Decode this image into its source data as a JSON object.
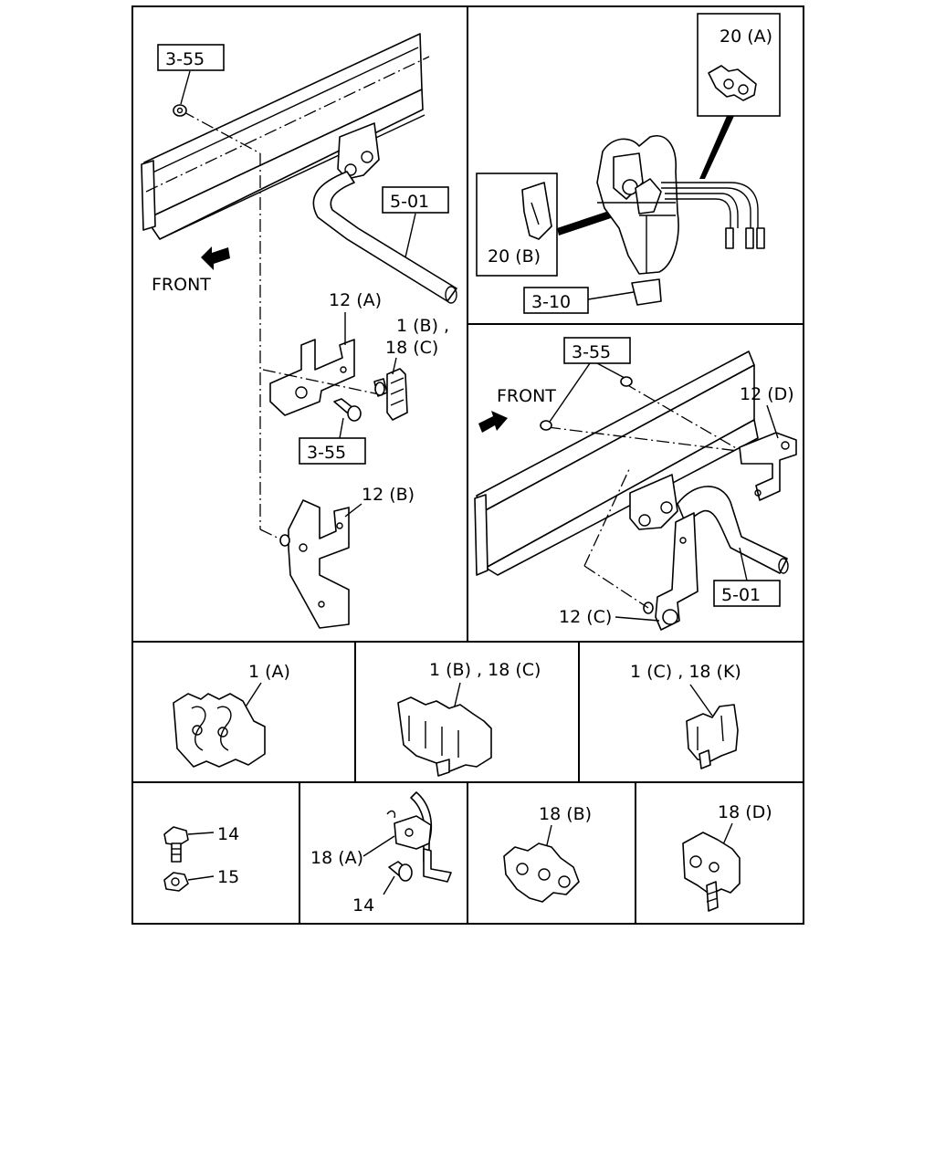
{
  "labels": {
    "p1_355_top": "3-55",
    "p1_501": "5-01",
    "p1_front": "FRONT",
    "p1_12a": "12 (A)",
    "p1_1b_a": "1 (B) ,",
    "p1_1b_b": "18 (C)",
    "p1_355_mid": "3-55",
    "p1_12b": "12 (B)",
    "p2_20a": "20 (A)",
    "p2_20b": "20 (B)",
    "p2_310": "3-10",
    "p3_355": "3-55",
    "p3_front": "FRONT",
    "p3_12d": "12 (D)",
    "p3_501": "5-01",
    "p3_12c": "12 (C)",
    "d_1a": "1 (A)",
    "d_1b18c": "1 (B) , 18 (C)",
    "d_1c18k": "1 (C) , 18 (K)",
    "d_14": "14",
    "d_15": "15",
    "d_18a": "18 (A)",
    "d_18a_14": "14",
    "d_18b": "18 (B)",
    "d_18d": "18 (D)"
  }
}
